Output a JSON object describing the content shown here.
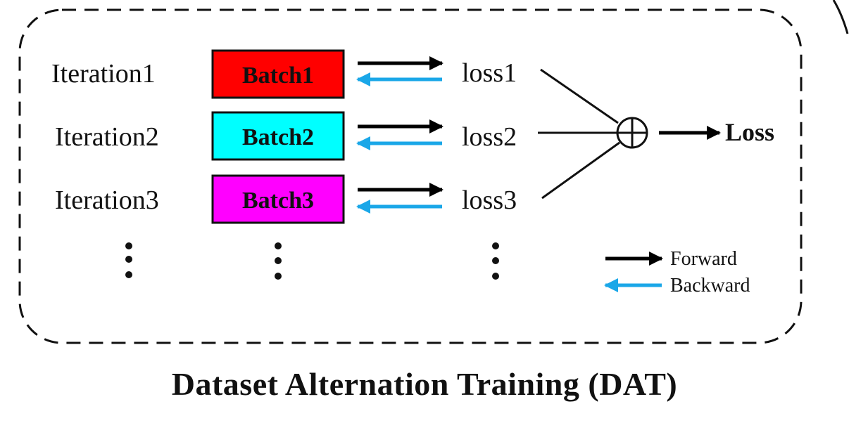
{
  "iterations": [
    "Iteration1",
    "Iteration2",
    "Iteration3"
  ],
  "batches": [
    {
      "label": "Batch1",
      "color": "#ff0000"
    },
    {
      "label": "Batch2",
      "color": "#00ffff"
    },
    {
      "label": "Batch3",
      "color": "#ff00ff"
    }
  ],
  "losses": [
    "loss1",
    "loss2",
    "loss3"
  ],
  "sum_symbol": "⊕",
  "total_loss": "Loss",
  "legend": {
    "forward": "Forward",
    "backward": "Backward",
    "forward_color": "#000000",
    "backward_color": "#1aa7e8"
  },
  "caption": "Dataset Alternation Training (DAT)"
}
